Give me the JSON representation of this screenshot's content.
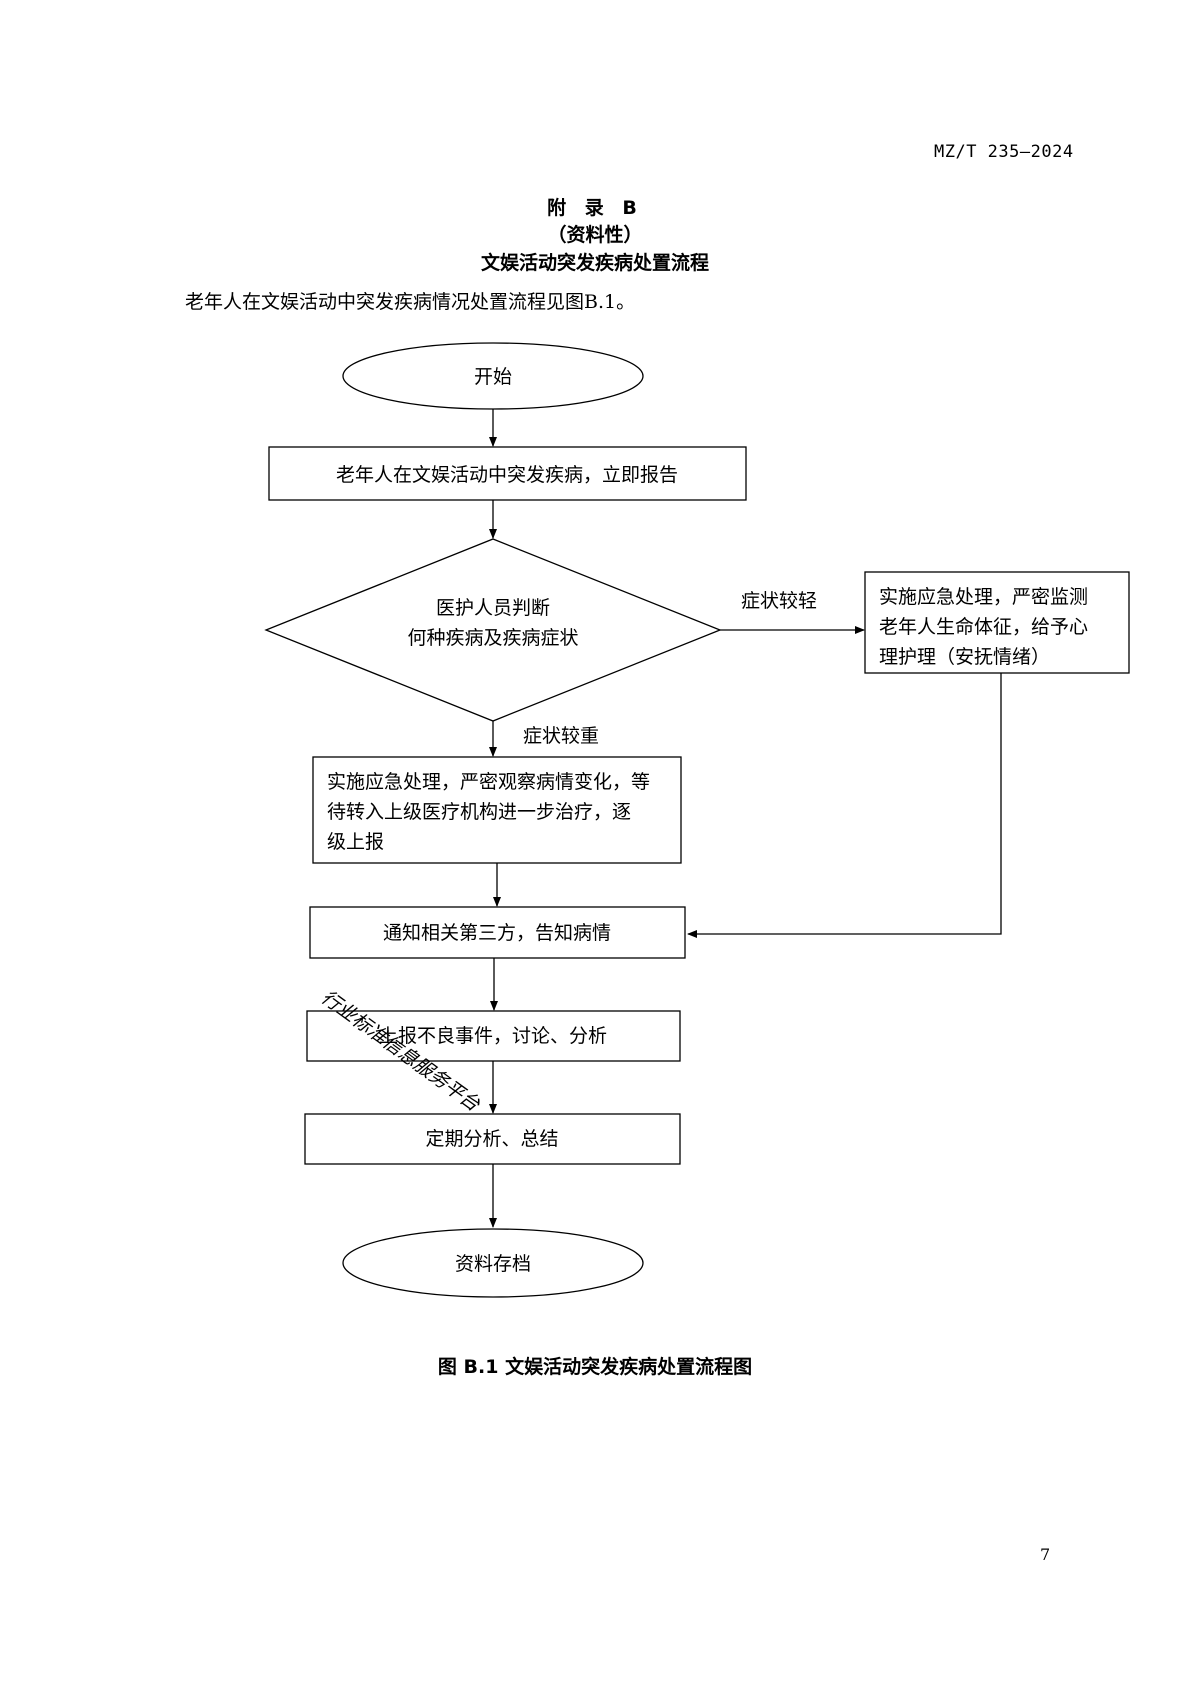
{
  "header": {
    "doc_code": "MZ/T 235—2024"
  },
  "appendix": {
    "title": "附 录 B",
    "type": "（资料性）",
    "heading": "文娱活动突发疾病处置流程"
  },
  "intro": "老年人在文娱活动中突发疾病情况处置流程见图B.1。",
  "flowchart": {
    "start": "开始",
    "step_report": "老年人在文娱活动中突发疾病，立即报告",
    "decision": [
      "医护人员判断",
      "何种疾病及疾病症状"
    ],
    "branch_mild_label": "症状较轻",
    "branch_severe_label": "症状较重",
    "mild_action": [
      "实施应急处理，严密监测",
      "老年人生命体征，给予心",
      "理护理（安抚情绪）"
    ],
    "severe_action": [
      "实施应急处理，严密观察病情变化，等",
      "待转入上级医疗机构进一步治疗，逐",
      "级上报"
    ],
    "notify": "通知相关第三方，告知病情",
    "report_event": "上报不良事件，讨论、分析",
    "summary": "定期分析、总结",
    "end": "资料存档"
  },
  "figure_caption": "图 B.1  文娱活动突发疾病处置流程图",
  "watermark": "行业标准信息服务平台",
  "page_number": "7",
  "colors": {
    "watermark": "#b9cfea",
    "line": "#000000"
  }
}
